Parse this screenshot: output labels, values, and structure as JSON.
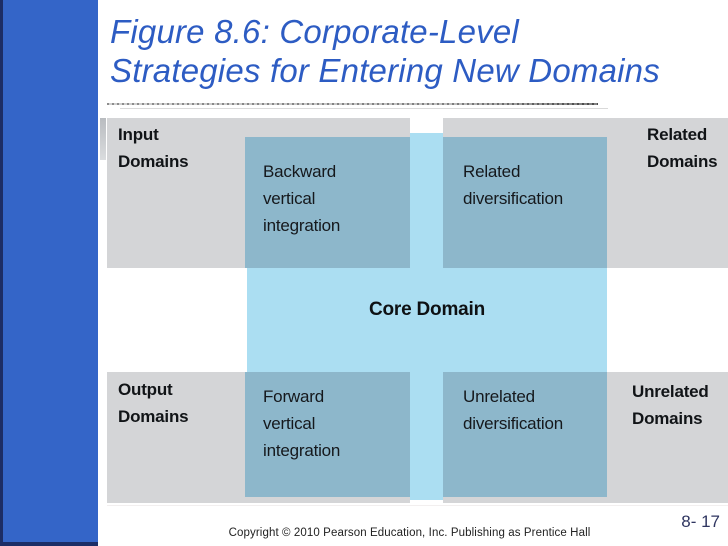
{
  "colors": {
    "accent_bar_blue": "#3465c8",
    "accent_bar_dark_navy": "#1c2d66",
    "title_blue": "#2d5cc3",
    "band_gray": "#d4d5d7",
    "strategy_box_blue": "#8db7cb",
    "core_domain_light_blue": "#abdef2",
    "diagram_text_black": "#15181c",
    "page_number_blue": "#2f3560"
  },
  "header": {
    "title_line1": "Figure 8.6: Corporate-Level",
    "title_line2": "Strategies for Entering New Domains"
  },
  "diagram": {
    "corner_labels": {
      "top_left": "Input\nDomains",
      "top_right": "Related\nDomains",
      "bottom_left": "Output\nDomains",
      "bottom_right": "Unrelated\nDomains"
    },
    "boxes": {
      "top_left": "Backward\nvertical\nintegration",
      "top_right": "Related\ndiversification",
      "bottom_left": "Forward\nvertical\nintegration",
      "bottom_right": "Unrelated\ndiversification"
    },
    "core_label": "Core Domain"
  },
  "footer": {
    "copyright": "Copyright © 2010 Pearson Education, Inc. Publishing as Prentice Hall",
    "page_number": "8- 17"
  }
}
